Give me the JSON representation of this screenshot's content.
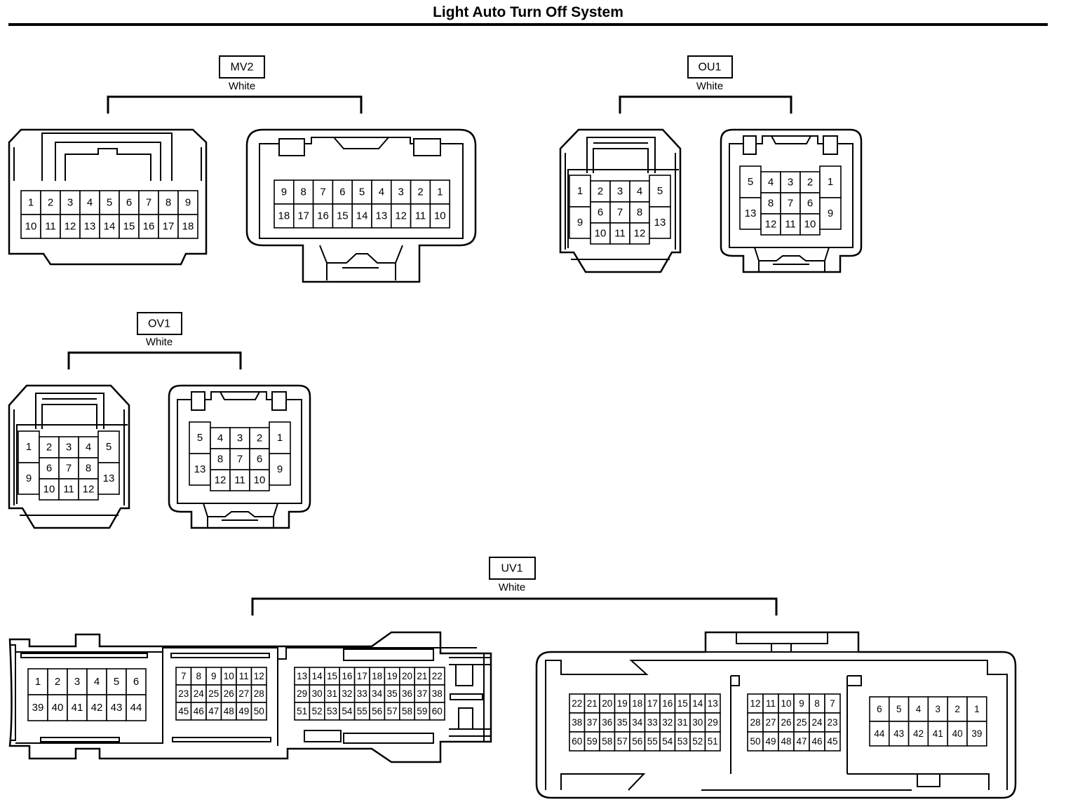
{
  "title": "Light Auto Turn Off System",
  "connectors": [
    {
      "id": "MV2",
      "color": "White",
      "views": [
        {
          "rows": [
            [
              "1",
              "2",
              "3",
              "4",
              "5",
              "6",
              "7",
              "8",
              "9"
            ],
            [
              "10",
              "11",
              "12",
              "13",
              "14",
              "15",
              "16",
              "17",
              "18"
            ]
          ]
        },
        {
          "rows": [
            [
              "9",
              "8",
              "7",
              "6",
              "5",
              "4",
              "3",
              "2",
              "1"
            ],
            [
              "18",
              "17",
              "16",
              "15",
              "14",
              "13",
              "12",
              "11",
              "10"
            ]
          ]
        }
      ]
    },
    {
      "id": "OU1",
      "color": "White",
      "views": [
        {
          "left": [
            "1",
            "9"
          ],
          "center": [
            [
              "2",
              "3",
              "4"
            ],
            [
              "6",
              "7",
              "8"
            ],
            [
              "10",
              "11",
              "12"
            ]
          ],
          "right": [
            "5",
            "13"
          ]
        },
        {
          "left": [
            "5",
            "13"
          ],
          "center": [
            [
              "4",
              "3",
              "2"
            ],
            [
              "8",
              "7",
              "6"
            ],
            [
              "12",
              "11",
              "10"
            ]
          ],
          "right": [
            "1",
            "9"
          ]
        }
      ]
    },
    {
      "id": "OV1",
      "color": "White",
      "views": [
        {
          "left": [
            "1",
            "9"
          ],
          "center": [
            [
              "2",
              "3",
              "4"
            ],
            [
              "6",
              "7",
              "8"
            ],
            [
              "10",
              "11",
              "12"
            ]
          ],
          "right": [
            "5",
            "13"
          ]
        },
        {
          "left": [
            "5",
            "13"
          ],
          "center": [
            [
              "4",
              "3",
              "2"
            ],
            [
              "8",
              "7",
              "6"
            ],
            [
              "12",
              "11",
              "10"
            ]
          ],
          "right": [
            "1",
            "9"
          ]
        }
      ]
    },
    {
      "id": "UV1",
      "color": "White",
      "views": [
        {
          "blocks": [
            {
              "rows": [
                [
                  "1",
                  "2",
                  "3",
                  "4",
                  "5",
                  "6"
                ],
                [
                  "39",
                  "40",
                  "41",
                  "42",
                  "43",
                  "44"
                ]
              ]
            },
            {
              "rows": [
                [
                  "7",
                  "8",
                  "9",
                  "10",
                  "11",
                  "12"
                ],
                [
                  "23",
                  "24",
                  "25",
                  "26",
                  "27",
                  "28"
                ],
                [
                  "45",
                  "46",
                  "47",
                  "48",
                  "49",
                  "50"
                ]
              ]
            },
            {
              "rows": [
                [
                  "13",
                  "14",
                  "15",
                  "16",
                  "17",
                  "18",
                  "19",
                  "20",
                  "21",
                  "22"
                ],
                [
                  "29",
                  "30",
                  "31",
                  "32",
                  "33",
                  "34",
                  "35",
                  "36",
                  "37",
                  "38"
                ],
                [
                  "51",
                  "52",
                  "53",
                  "54",
                  "55",
                  "56",
                  "57",
                  "58",
                  "59",
                  "60"
                ]
              ]
            }
          ]
        },
        {
          "blocks": [
            {
              "rows": [
                [
                  "22",
                  "21",
                  "20",
                  "19",
                  "18",
                  "17",
                  "16",
                  "15",
                  "14",
                  "13"
                ],
                [
                  "38",
                  "37",
                  "36",
                  "35",
                  "34",
                  "33",
                  "32",
                  "31",
                  "30",
                  "29"
                ],
                [
                  "60",
                  "59",
                  "58",
                  "57",
                  "56",
                  "55",
                  "54",
                  "53",
                  "52",
                  "51"
                ]
              ]
            },
            {
              "rows": [
                [
                  "12",
                  "11",
                  "10",
                  "9",
                  "8",
                  "7"
                ],
                [
                  "28",
                  "27",
                  "26",
                  "25",
                  "24",
                  "23"
                ],
                [
                  "50",
                  "49",
                  "48",
                  "47",
                  "46",
                  "45"
                ]
              ]
            },
            {
              "rows": [
                [
                  "6",
                  "5",
                  "4",
                  "3",
                  "2",
                  "1"
                ],
                [
                  "44",
                  "43",
                  "42",
                  "41",
                  "40",
                  "39"
                ]
              ]
            }
          ]
        }
      ]
    }
  ]
}
